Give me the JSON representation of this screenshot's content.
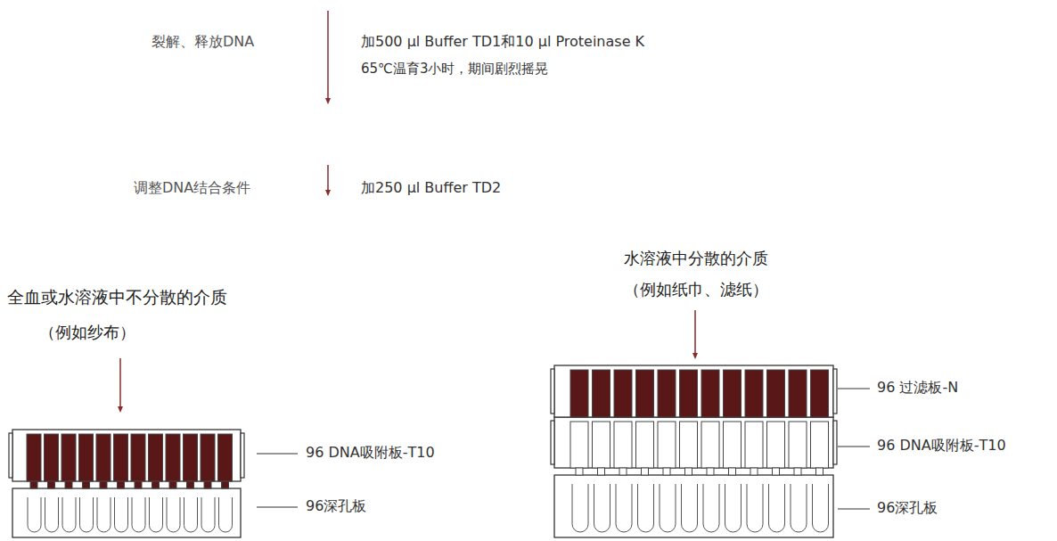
{
  "diagram": {
    "labels": [
      "裂解、释放DNA",
      "加500 µl Buffer TD1和10 µl Proteinase K",
      "65℃温育3小时，期间剧烈摇晃",
      "调整DNA结合条件",
      "加250 µl Buffer TD2",
      "水溶液中分散的介质",
      "（例如纸巾、滤纸）",
      "全血或水溶液中不分散的介质",
      "（例如纱布）",
      "96 DNA吸附板-T10",
      "96深孔板",
      "96 过滤板-N",
      "96 DNA吸附板-T10",
      "96深孔板"
    ]
  }
}
